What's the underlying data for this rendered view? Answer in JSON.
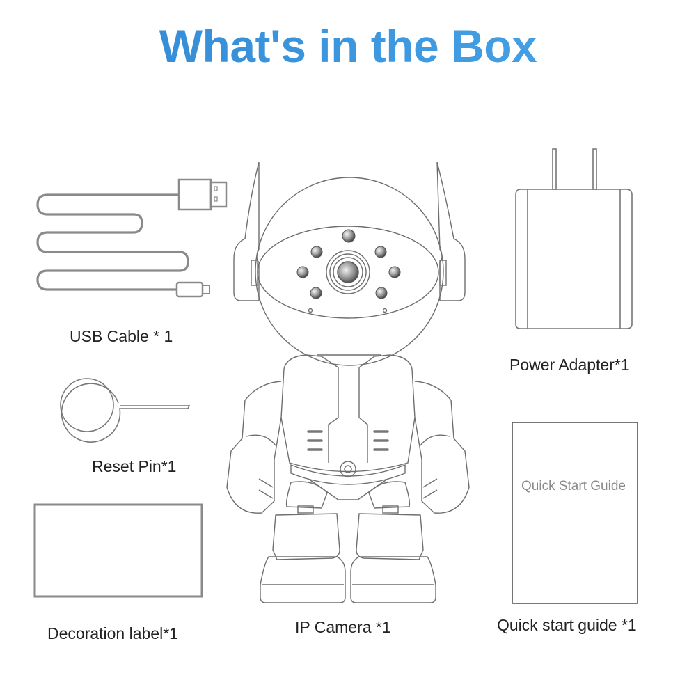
{
  "title": "What's in the Box",
  "items": [
    {
      "name": "USB Cable",
      "quantity": "* 1",
      "label": "USB Cable  * 1"
    },
    {
      "name": "Reset Pin",
      "quantity": "*1",
      "label": "Reset Pin*1"
    },
    {
      "name": "Decoration label",
      "quantity": "*1",
      "label": "Decoration label*1"
    },
    {
      "name": "IP Camera",
      "quantity": "*1",
      "label": "IP Camera  *1"
    },
    {
      "name": "Power Adapter",
      "quantity": "*1",
      "label": "Power Adapter*1"
    },
    {
      "name": "Quick start guide",
      "quantity": "*1",
      "label": "Quick start guide  *1"
    }
  ],
  "guide_cover_text": "Quick Start Guide",
  "colors": {
    "title": "#3a95dc",
    "line_art": "#777777",
    "label_text": "#222222",
    "guide_cover_text": "#8a8a8a"
  }
}
